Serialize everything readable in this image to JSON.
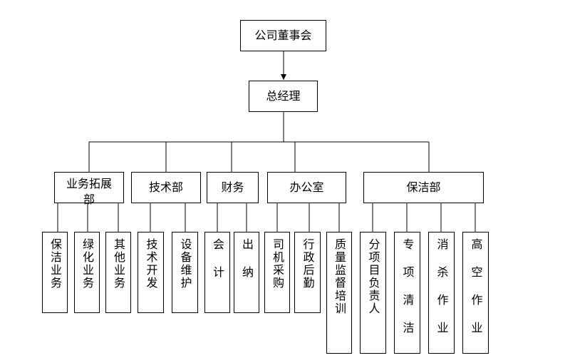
{
  "diagram": {
    "board": "公司董事会",
    "gm": "总经理",
    "departments": [
      {
        "label": "业务拓展",
        "sub": "部",
        "children": [
          "保洁业务",
          "绿化业务",
          "其他业务"
        ]
      },
      {
        "label": "技术部",
        "children": [
          "技术开发",
          "设备维护"
        ]
      },
      {
        "label": "财务",
        "children": [
          "会 计",
          "出 纳"
        ]
      },
      {
        "label": "办公室",
        "children": [
          "司机采购",
          "行政后勤",
          "质量监督培训"
        ]
      },
      {
        "label": "保洁部",
        "children": [
          "分项目负责人",
          "专 项 清 洁",
          "消 杀 作 业",
          "高 空 作 业"
        ]
      }
    ]
  }
}
